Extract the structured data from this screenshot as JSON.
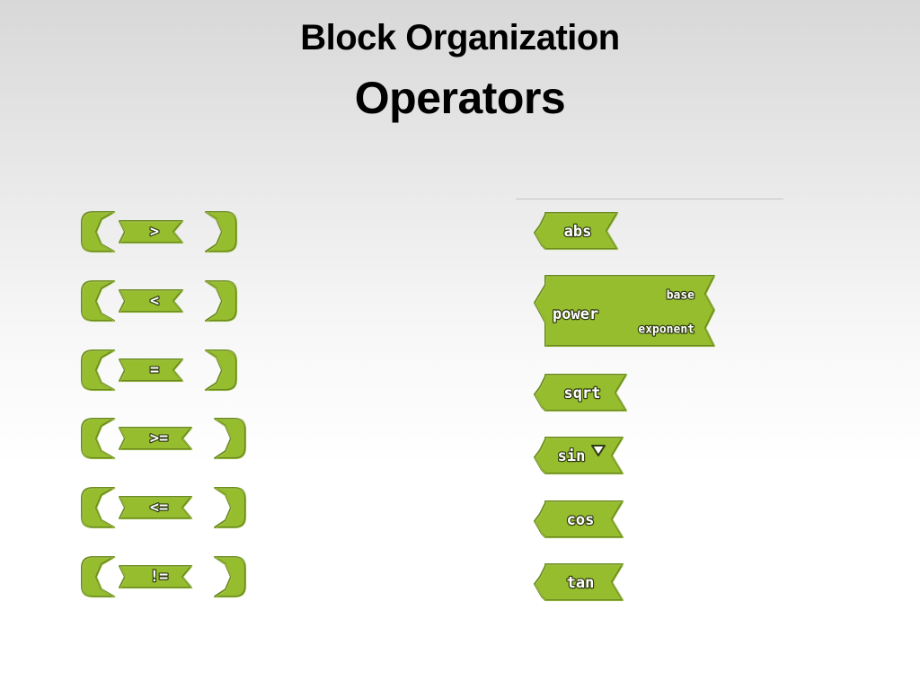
{
  "slide": {
    "title": "Block Organization",
    "subtitle": "Operators"
  },
  "colors": {
    "block_fill": "#95bd2e",
    "block_border": "#6a8a1f",
    "block_highlight": "#c2e06a",
    "text_outline": "#2f3b10"
  },
  "comparison_blocks": [
    {
      "label": ">"
    },
    {
      "label": "<"
    },
    {
      "label": "="
    },
    {
      "label": ">="
    },
    {
      "label": "<="
    },
    {
      "label": "!="
    }
  ],
  "math_blocks": {
    "abs": {
      "label": "abs"
    },
    "power": {
      "label": "power",
      "socket_top": "base",
      "socket_bottom": "exponent"
    },
    "sqrt": {
      "label": "sqrt"
    },
    "sin": {
      "label": "sin",
      "dropdown_icon": "triangle-down-icon"
    },
    "cos": {
      "label": "cos"
    },
    "tan": {
      "label": "tan"
    }
  }
}
